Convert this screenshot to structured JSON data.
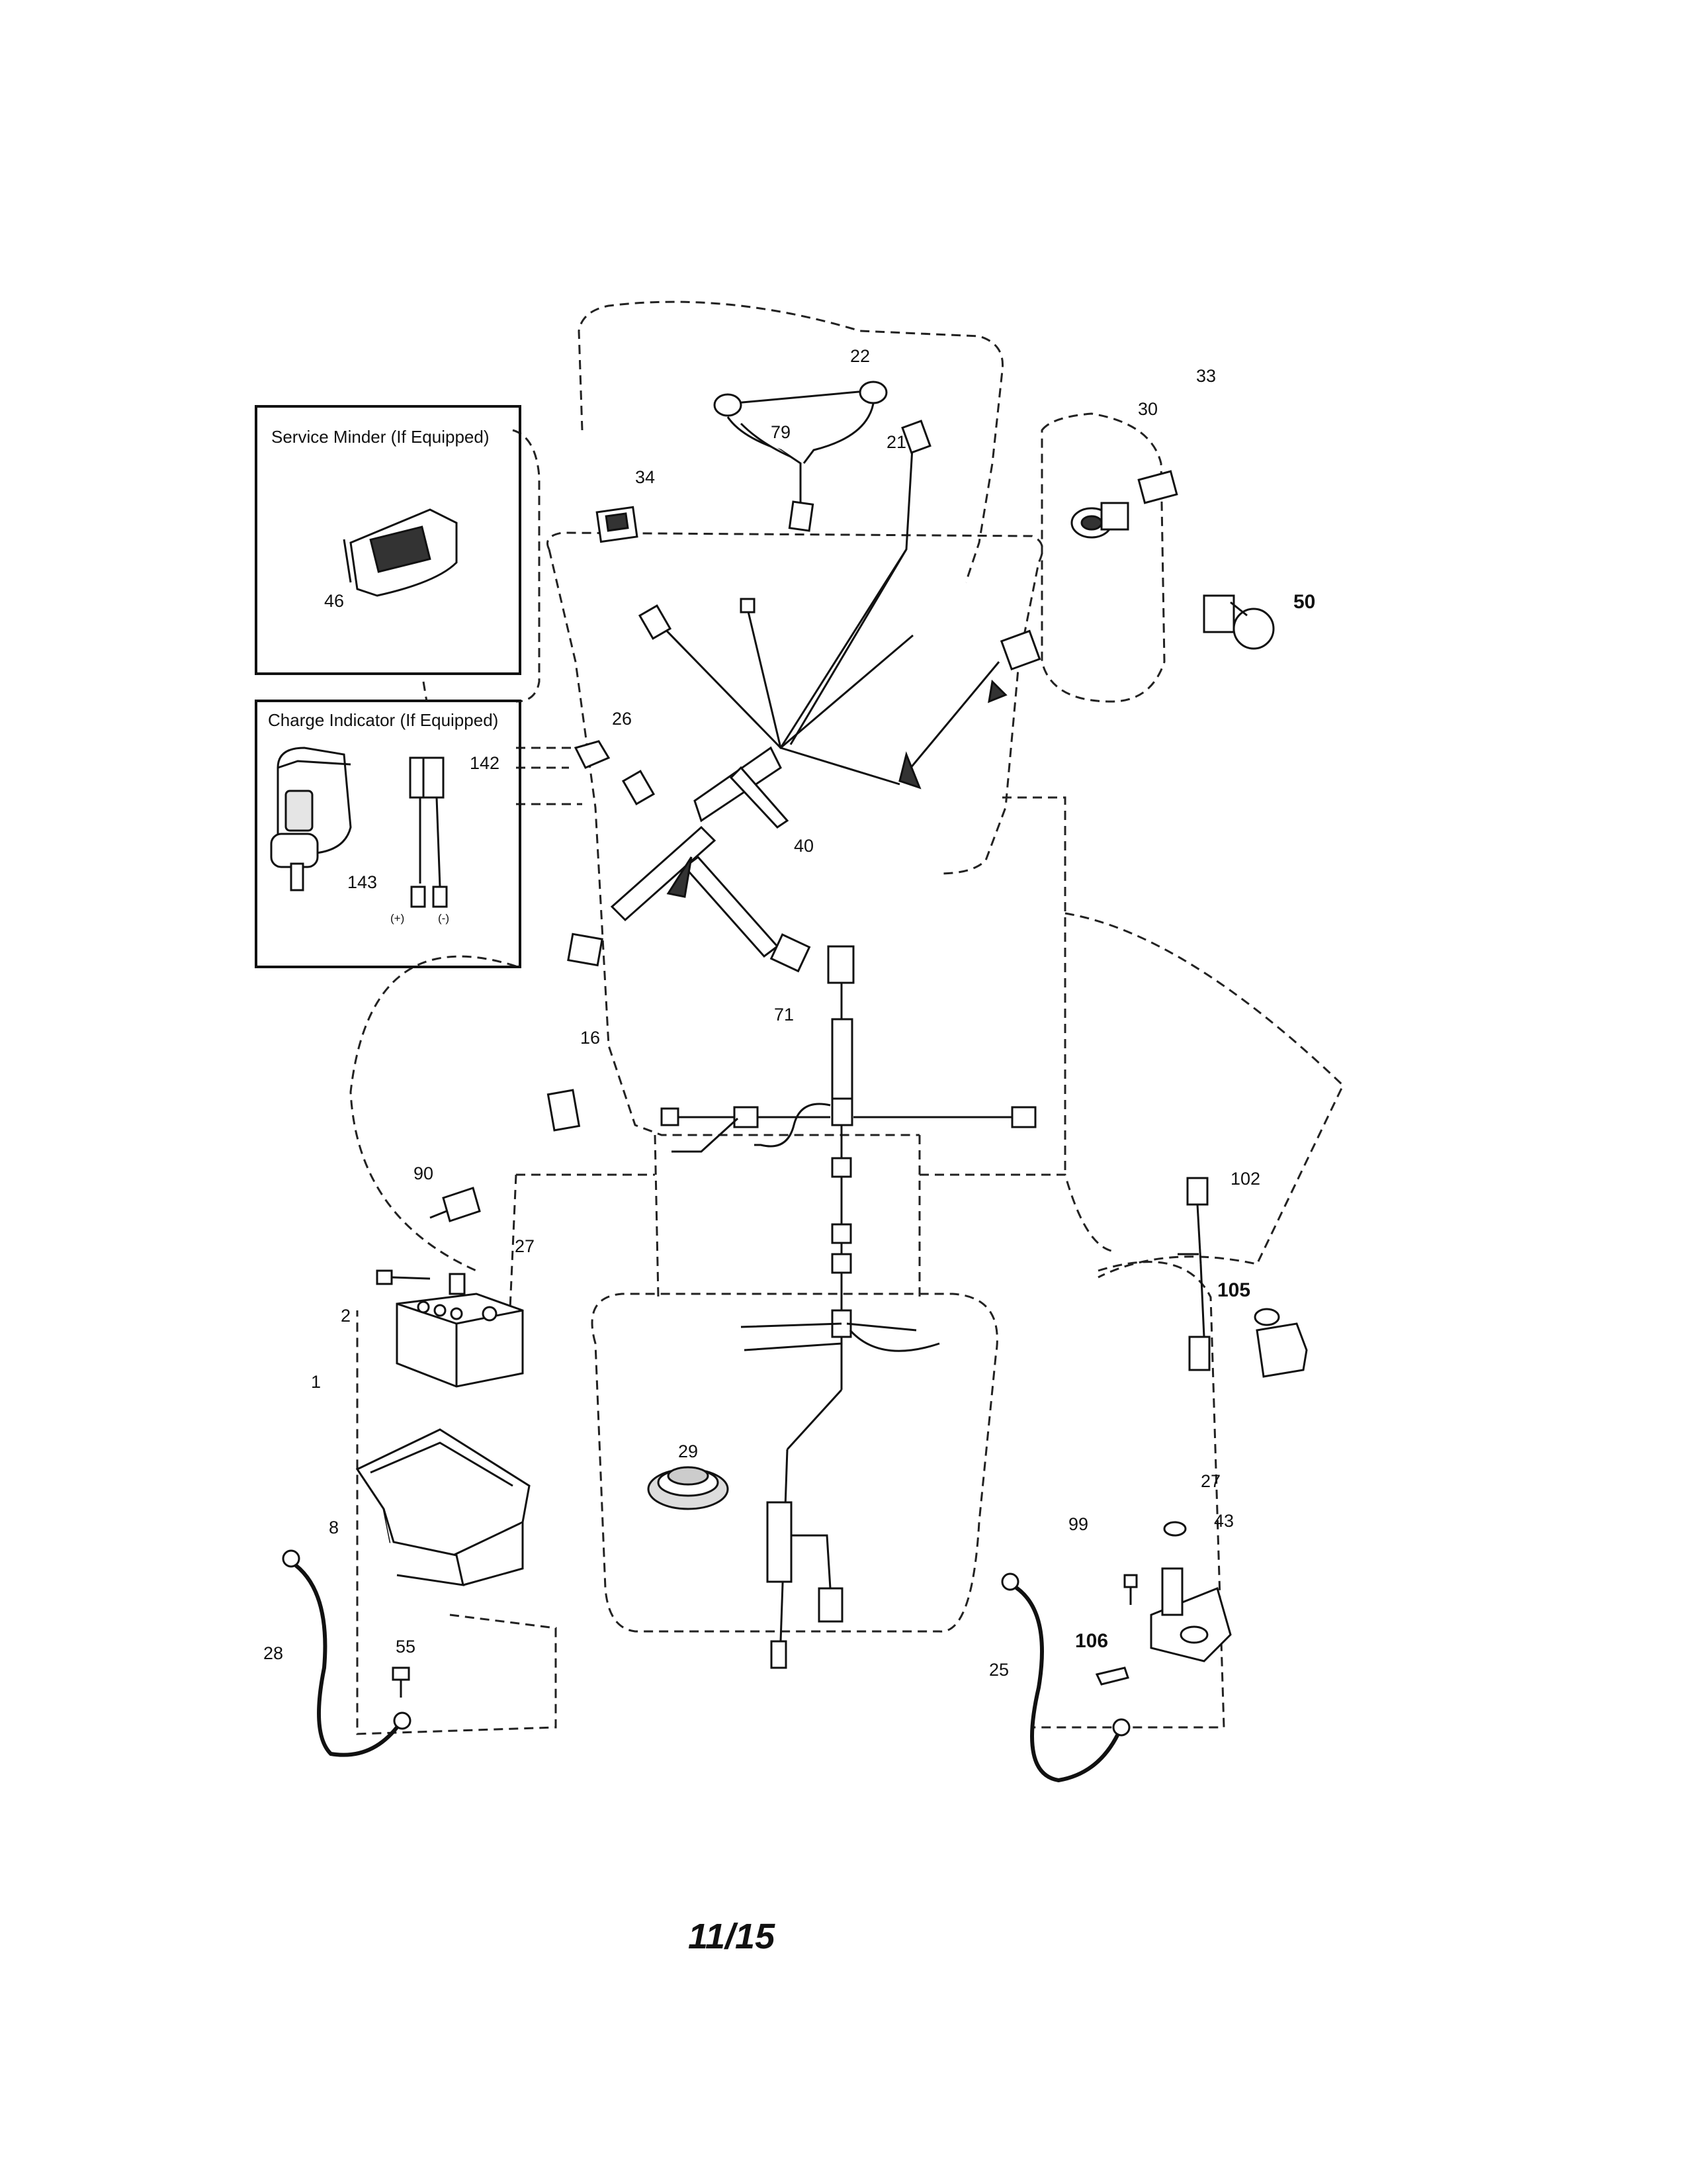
{
  "insets": {
    "service_minder": {
      "title": "Service Minder (If Equipped)"
    },
    "charge_indicator": {
      "title": "Charge Indicator (If Equipped)",
      "polarity_pos": "(+)",
      "polarity_neg": "(-)"
    }
  },
  "callouts": {
    "c1": "1",
    "c2": "2",
    "c8": "8",
    "c16": "16",
    "c21": "21",
    "c22": "22",
    "c25": "25",
    "c26": "26",
    "c27a": "27",
    "c27b": "27",
    "c28": "28",
    "c29": "29",
    "c30": "30",
    "c33": "33",
    "c34": "34",
    "c40": "40",
    "c43": "43",
    "c46": "46",
    "c50": "50",
    "c55": "55",
    "c71": "71",
    "c79": "79",
    "c90": "90",
    "c99": "99",
    "c102": "102",
    "c105": "105",
    "c106": "106",
    "c142": "142",
    "c143": "143"
  },
  "page_number": "11/15"
}
